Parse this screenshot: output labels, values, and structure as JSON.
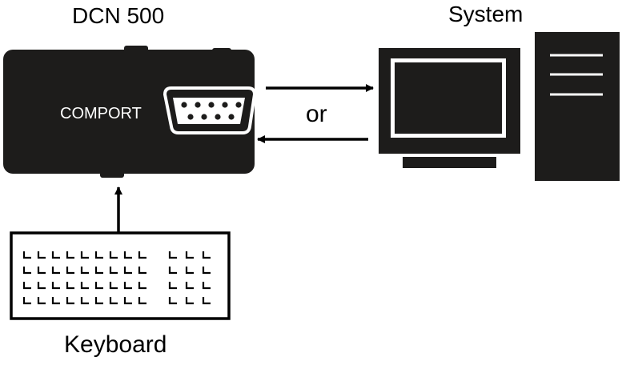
{
  "device": {
    "title": "DCN 500",
    "port_label": "COMPORT"
  },
  "system": {
    "title": "System"
  },
  "keyboard": {
    "title": "Keyboard"
  },
  "connector_text": "or",
  "colors": {
    "device_body": "#1d1c1b",
    "line": "#000000",
    "background": "#ffffff"
  }
}
